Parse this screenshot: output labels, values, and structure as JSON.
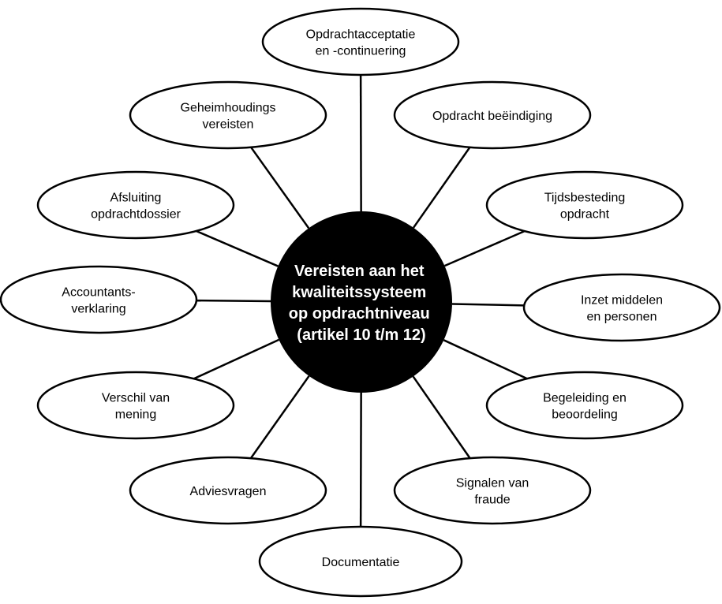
{
  "hub": {
    "lines": [
      "Vereisten aan het",
      "kwaliteitssysteem",
      "op opdrachtniveau",
      "(artikel 10 t/m 12)"
    ]
  },
  "nodes": [
    {
      "id": "opdrachtacceptatie",
      "lines": [
        "Opdrachtacceptatie",
        "en -continuering"
      ]
    },
    {
      "id": "opdracht-beeindiging",
      "lines": [
        "Opdracht beëindiging"
      ]
    },
    {
      "id": "tijdsbesteding",
      "lines": [
        "Tijdsbesteding",
        "opdracht"
      ]
    },
    {
      "id": "inzet-middelen",
      "lines": [
        "Inzet middelen",
        "en personen"
      ]
    },
    {
      "id": "begeleiding",
      "lines": [
        "Begeleiding en",
        "beoordeling"
      ]
    },
    {
      "id": "signalen-fraude",
      "lines": [
        "Signalen van",
        "fraude"
      ]
    },
    {
      "id": "documentatie",
      "lines": [
        "Documentatie"
      ]
    },
    {
      "id": "adviesvragen",
      "lines": [
        "Adviesvragen"
      ]
    },
    {
      "id": "verschil-mening",
      "lines": [
        "Verschil van",
        "mening"
      ]
    },
    {
      "id": "accountantsverklaring",
      "lines": [
        "Accountants-",
        "verklaring"
      ]
    },
    {
      "id": "afsluiting-dossier",
      "lines": [
        "Afsluiting",
        "opdrachtdossier"
      ]
    },
    {
      "id": "geheimhouding",
      "lines": [
        "Geheimhoudings",
        "vereisten"
      ]
    }
  ]
}
